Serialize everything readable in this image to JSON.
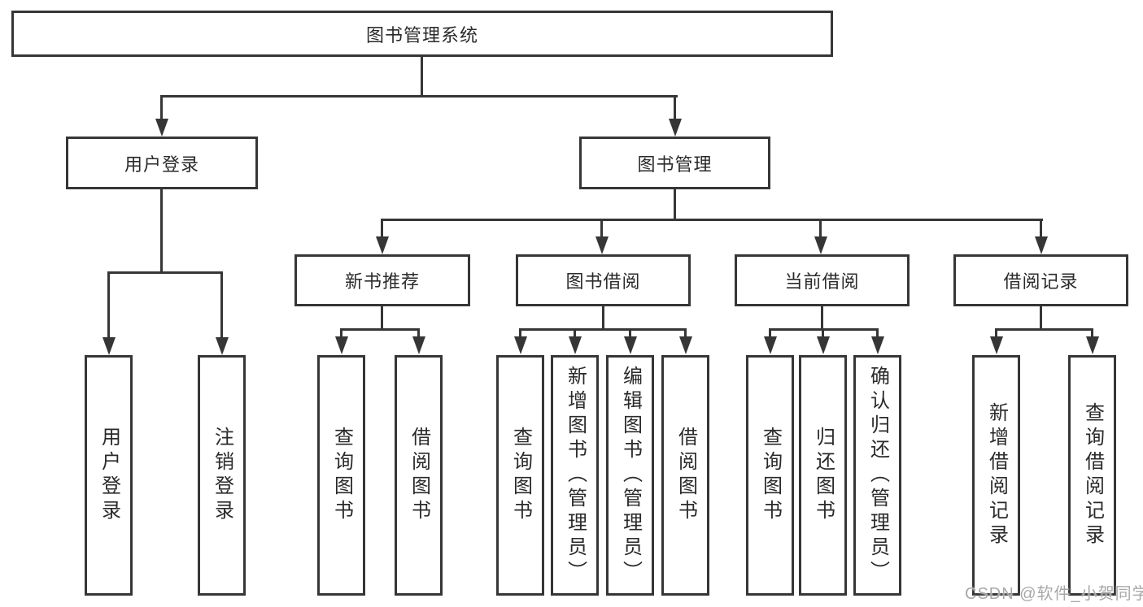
{
  "diagram": {
    "root": {
      "label": "图书管理系统"
    },
    "level2": [
      {
        "label": "用户登录"
      },
      {
        "label": "图书管理"
      }
    ],
    "level3": [
      {
        "label": "新书推荐"
      },
      {
        "label": "图书借阅"
      },
      {
        "label": "当前借阅"
      },
      {
        "label": "借阅记录"
      }
    ],
    "leaves": {
      "user_login": [
        "用户登录",
        "注销登录"
      ],
      "new_book_recommend": [
        "查询图书",
        "借阅图书"
      ],
      "book_borrow": [
        "查询图书",
        "新增图书（管理员）",
        "编辑图书（管理员）",
        "借阅图书"
      ],
      "current_borrow": [
        "查询图书",
        "归还图书",
        "确认归还（管理员）"
      ],
      "borrow_records": [
        "新增借阅记录",
        "查询借阅记录"
      ]
    }
  },
  "watermark": {
    "text": "CSDN @软件_小贺同学"
  },
  "colors": {
    "line": "#363636",
    "text": "#2a2a2a",
    "watermark": "#a8a8a8",
    "background": "#ffffff"
  }
}
